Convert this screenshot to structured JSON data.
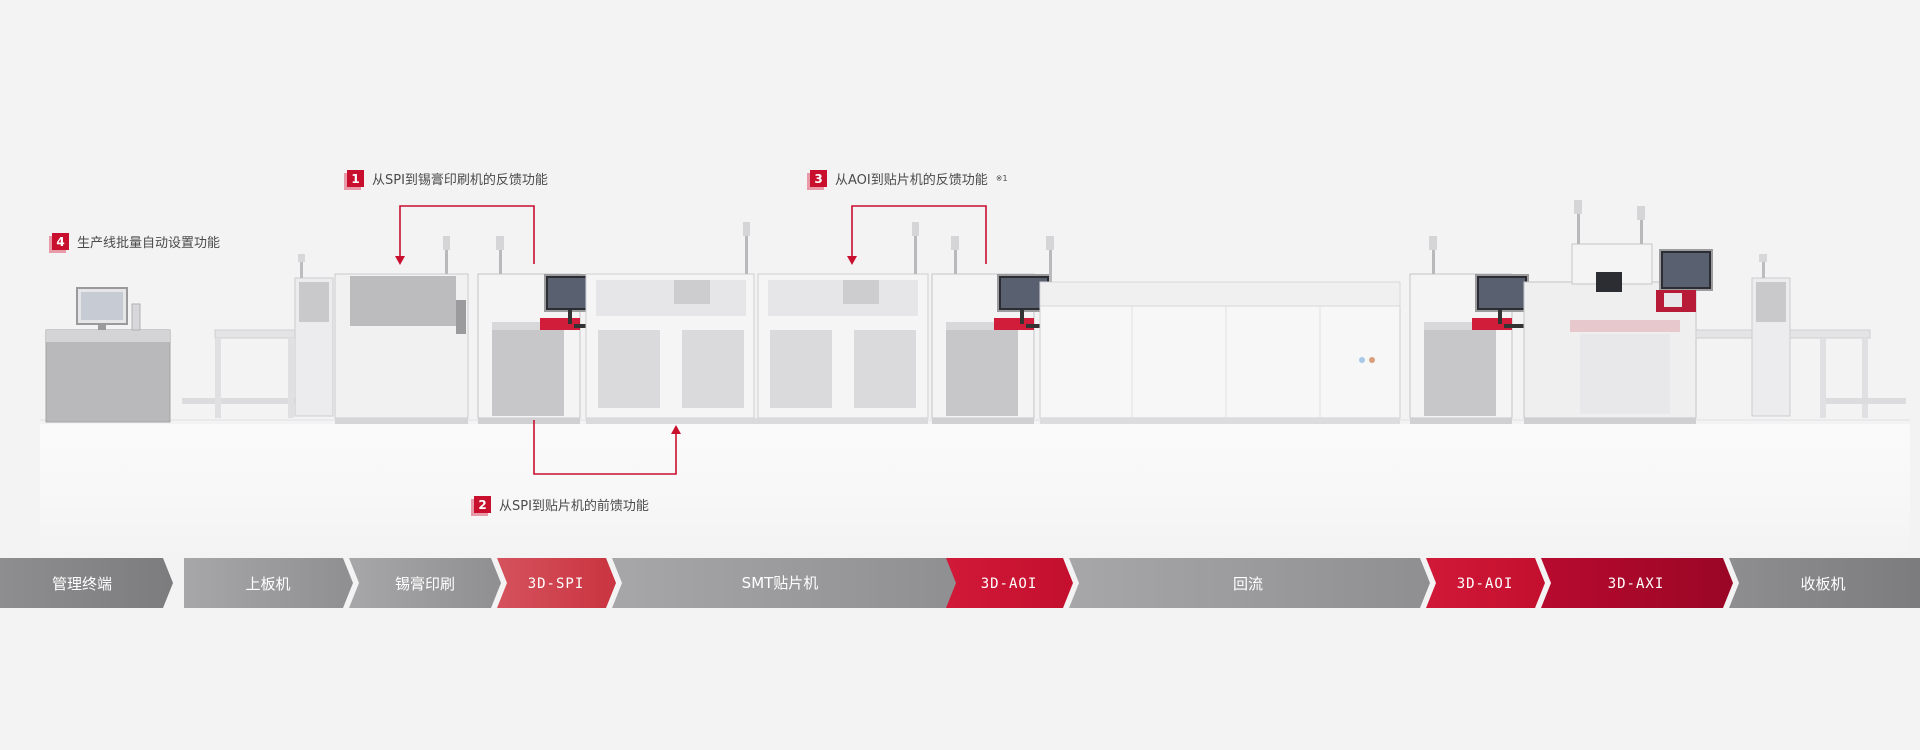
{
  "callouts": [
    {
      "num": "1",
      "text": "从SPI到锡膏印刷机的反馈功能",
      "sup": ""
    },
    {
      "num": "2",
      "text": "从SPI到贴片机的前馈功能",
      "sup": ""
    },
    {
      "num": "3",
      "text": "从AOI到贴片机的反馈功能",
      "sup": "※1"
    },
    {
      "num": "4",
      "text": "生产线批量自动设置功能",
      "sup": ""
    }
  ],
  "stages": [
    {
      "label": "管理终端",
      "kind": "gray-dark"
    },
    {
      "label": "上板机",
      "kind": "gray"
    },
    {
      "label": "锡膏印刷",
      "kind": "gray"
    },
    {
      "label": "3D-SPI",
      "kind": "red-light"
    },
    {
      "label": "SMT贴片机",
      "kind": "gray"
    },
    {
      "label": "3D-AOI",
      "kind": "red"
    },
    {
      "label": "回流",
      "kind": "gray"
    },
    {
      "label": "3D-AOI",
      "kind": "red"
    },
    {
      "label": "3D-AXI",
      "kind": "red-dark"
    },
    {
      "label": "收板机",
      "kind": "gray-dark"
    }
  ],
  "colors": {
    "accent": "#c8102e",
    "arrow": "#c8102e",
    "gray": "#9a9a9a",
    "gray_dark": "#8a8a8a",
    "red": "#c8102e",
    "red_light": "#d2414d",
    "red_dark": "#a8082a"
  }
}
